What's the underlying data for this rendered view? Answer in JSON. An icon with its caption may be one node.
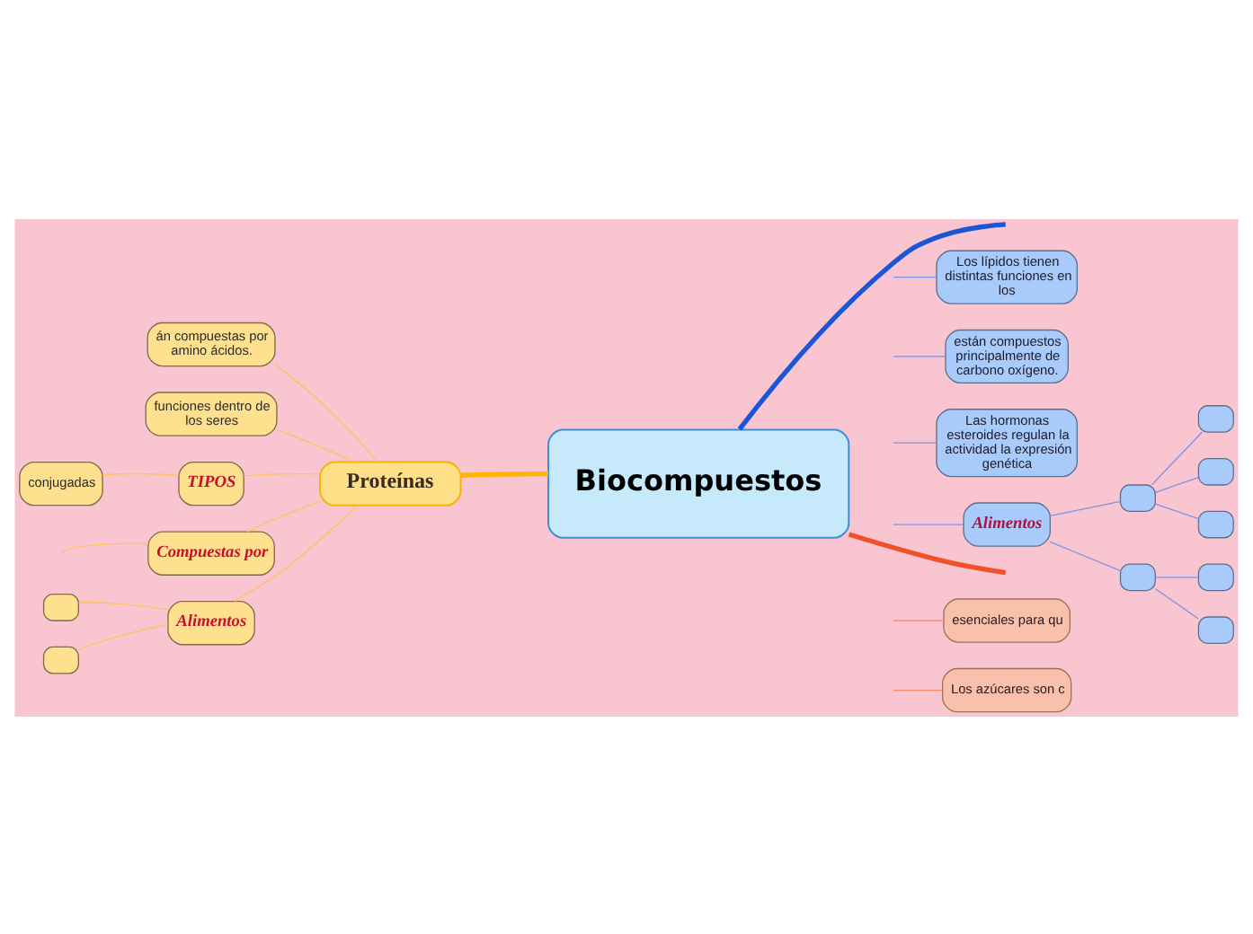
{
  "diagram": {
    "nodes": [
      {
        "text": [
          "Biocompuestos"
        ]
      },
      {
        "text": [
          "Proteínas"
        ]
      },
      {
        "text": [
          "án compuestas por amino ácidos."
        ]
      },
      {
        "text": [
          "funciones dentro de los seres"
        ]
      },
      {
        "text": [
          "TIPOS"
        ]
      },
      {
        "text": [
          "conjugadas"
        ]
      },
      {
        "text": [
          "Compuestas por"
        ]
      },
      {
        "text": [
          "Alimentos"
        ]
      },
      {
        "text": [],
        "shape": "box"
      },
      {
        "text": [],
        "shape": "box"
      },
      {
        "text": [
          "Los lípidos tienen distintas funciones en los"
        ]
      },
      {
        "text": [
          "están compuestos principalmente de carbono oxígeno."
        ]
      },
      {
        "text": [
          "Las hormonas esteroides regulan la actividad la expresión genética"
        ]
      },
      {
        "text": [
          "Alimentos"
        ]
      },
      {
        "text": [],
        "shape": "box"
      },
      {
        "text": [],
        "shape": "box"
      },
      {
        "text": [],
        "shape": "box"
      },
      {
        "text": [],
        "shape": "box"
      },
      {
        "text": [],
        "shape": "box"
      },
      {
        "text": [],
        "shape": "box"
      },
      {
        "text": [],
        "shape": "box"
      },
      {
        "text": [
          "esenciales para qu"
        ]
      },
      {
        "text": [
          "Los azúcares son c"
        ]
      }
    ],
    "edges": [
      {
        "from": 0,
        "to": 1,
        "arrow": "none",
        "style": "thick",
        "color": "#ffb400"
      },
      {
        "from": 1,
        "to": 2,
        "arrow": "none",
        "color": "#ffc35a"
      },
      {
        "from": 1,
        "to": 3,
        "arrow": "none",
        "color": "#ffc35a"
      },
      {
        "from": 1,
        "to": 4,
        "arrow": "none",
        "color": "#ffc35a"
      },
      {
        "from": 4,
        "to": 5,
        "arrow": "none",
        "color": "#ffc35a"
      },
      {
        "from": 1,
        "to": 6,
        "arrow": "none",
        "color": "#ffc35a"
      },
      {
        "from": 6,
        "to": null,
        "arrow": "none",
        "color": "#ffc35a"
      },
      {
        "from": 1,
        "to": 7,
        "arrow": "none",
        "color": "#ffc35a"
      },
      {
        "from": 7,
        "to": 8,
        "arrow": "none",
        "color": "#ffc35a"
      },
      {
        "from": 7,
        "to": 9,
        "arrow": "none",
        "color": "#ffc35a"
      },
      {
        "from": 0,
        "to": null,
        "arrow": "none",
        "style": "thick",
        "color": "#1a56d6"
      },
      {
        "from": null,
        "to": 10,
        "arrow": "none",
        "color": "#7b93e6"
      },
      {
        "from": null,
        "to": 11,
        "arrow": "none",
        "color": "#7b93e6"
      },
      {
        "from": null,
        "to": 12,
        "arrow": "none",
        "color": "#7b93e6"
      },
      {
        "from": null,
        "to": 13,
        "arrow": "none",
        "color": "#7b93e6"
      },
      {
        "from": 13,
        "to": 14,
        "arrow": "none",
        "color": "#7b93e6"
      },
      {
        "from": 13,
        "to": 15,
        "arrow": "none",
        "color": "#7b93e6"
      },
      {
        "from": 14,
        "to": 16,
        "arrow": "none",
        "color": "#7b93e6"
      },
      {
        "from": 14,
        "to": 17,
        "arrow": "none",
        "color": "#7b93e6"
      },
      {
        "from": 14,
        "to": 18,
        "arrow": "none",
        "color": "#7b93e6"
      },
      {
        "from": 15,
        "to": 19,
        "arrow": "none",
        "color": "#7b93e6"
      },
      {
        "from": 15,
        "to": 20,
        "arrow": "none",
        "color": "#7b93e6"
      },
      {
        "from": 0,
        "to": null,
        "arrow": "none",
        "style": "thick",
        "color": "#f0502a"
      },
      {
        "from": null,
        "to": 21,
        "arrow": "none",
        "color": "#f88a70"
      },
      {
        "from": null,
        "to": 22,
        "arrow": "none",
        "color": "#f88a70"
      }
    ]
  }
}
